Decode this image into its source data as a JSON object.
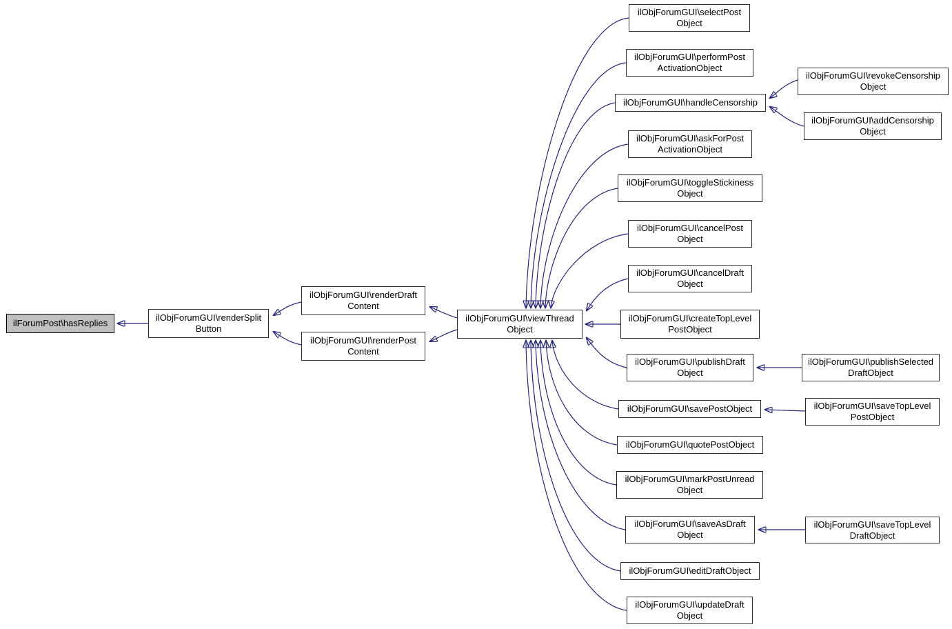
{
  "diagram": {
    "kind": "caller-graph",
    "colors": {
      "edge": "#252580",
      "node_fill": "#ffffff",
      "node_border": "#2f2f2f",
      "highlight_fill": "#c0c0c0",
      "text": "#000000",
      "background": "#ffffff"
    },
    "nodes": [
      {
        "id": "hasReplies",
        "lines": [
          "ilForumPost\\hasReplies"
        ],
        "highlighted": true
      },
      {
        "id": "renderSplitButton",
        "lines": [
          "ilObjForumGUI\\renderSplit",
          "Button"
        ]
      },
      {
        "id": "renderDraftContent",
        "lines": [
          "ilObjForumGUI\\renderDraft",
          "Content"
        ]
      },
      {
        "id": "renderPostContent",
        "lines": [
          "ilObjForumGUI\\renderPost",
          "Content"
        ]
      },
      {
        "id": "viewThreadObject",
        "lines": [
          "ilObjForumGUI\\viewThread",
          "Object"
        ]
      },
      {
        "id": "selectPostObject",
        "lines": [
          "ilObjForumGUI\\selectPost",
          "Object"
        ]
      },
      {
        "id": "performPostActivationObject",
        "lines": [
          "ilObjForumGUI\\performPost",
          "ActivationObject"
        ]
      },
      {
        "id": "handleCensorship",
        "lines": [
          "ilObjForumGUI\\handleCensorship"
        ]
      },
      {
        "id": "askForPostActivationObject",
        "lines": [
          "ilObjForumGUI\\askForPost",
          "ActivationObject"
        ]
      },
      {
        "id": "toggleStickinessObject",
        "lines": [
          "ilObjForumGUI\\toggleStickiness",
          "Object"
        ]
      },
      {
        "id": "cancelPostObject",
        "lines": [
          "ilObjForumGUI\\cancelPost",
          "Object"
        ]
      },
      {
        "id": "cancelDraftObject",
        "lines": [
          "ilObjForumGUI\\cancelDraft",
          "Object"
        ]
      },
      {
        "id": "createTopLevelPostObject",
        "lines": [
          "ilObjForumGUI\\createTopLevel",
          "PostObject"
        ]
      },
      {
        "id": "publishDraftObject",
        "lines": [
          "ilObjForumGUI\\publishDraft",
          "Object"
        ]
      },
      {
        "id": "savePostObject",
        "lines": [
          "ilObjForumGUI\\savePostObject"
        ]
      },
      {
        "id": "quotePostObject",
        "lines": [
          "ilObjForumGUI\\quotePostObject"
        ]
      },
      {
        "id": "markPostUnreadObject",
        "lines": [
          "ilObjForumGUI\\markPostUnread",
          "Object"
        ]
      },
      {
        "id": "saveAsDraftObject",
        "lines": [
          "ilObjForumGUI\\saveAsDraft",
          "Object"
        ]
      },
      {
        "id": "editDraftObject",
        "lines": [
          "ilObjForumGUI\\editDraftObject"
        ]
      },
      {
        "id": "updateDraftObject",
        "lines": [
          "ilObjForumGUI\\updateDraft",
          "Object"
        ]
      },
      {
        "id": "revokeCensorshipObject",
        "lines": [
          "ilObjForumGUI\\revokeCensorship",
          "Object"
        ]
      },
      {
        "id": "addCensorshipObject",
        "lines": [
          "ilObjForumGUI\\addCensorship",
          "Object"
        ]
      },
      {
        "id": "publishSelectedDraftObject",
        "lines": [
          "ilObjForumGUI\\publishSelected",
          "DraftObject"
        ]
      },
      {
        "id": "saveTopLevelPostObject",
        "lines": [
          "ilObjForumGUI\\saveTopLevel",
          "PostObject"
        ]
      },
      {
        "id": "saveTopLevelDraftObject",
        "lines": [
          "ilObjForumGUI\\saveTopLevel",
          "DraftObject"
        ]
      }
    ],
    "edges": [
      {
        "from": "renderSplitButton",
        "to": "hasReplies"
      },
      {
        "from": "renderDraftContent",
        "to": "renderSplitButton"
      },
      {
        "from": "renderPostContent",
        "to": "renderSplitButton"
      },
      {
        "from": "viewThreadObject",
        "to": "renderDraftContent"
      },
      {
        "from": "viewThreadObject",
        "to": "renderPostContent"
      },
      {
        "from": "selectPostObject",
        "to": "viewThreadObject"
      },
      {
        "from": "performPostActivationObject",
        "to": "viewThreadObject"
      },
      {
        "from": "handleCensorship",
        "to": "viewThreadObject"
      },
      {
        "from": "askForPostActivationObject",
        "to": "viewThreadObject"
      },
      {
        "from": "toggleStickinessObject",
        "to": "viewThreadObject"
      },
      {
        "from": "cancelPostObject",
        "to": "viewThreadObject"
      },
      {
        "from": "cancelDraftObject",
        "to": "viewThreadObject"
      },
      {
        "from": "createTopLevelPostObject",
        "to": "viewThreadObject"
      },
      {
        "from": "publishDraftObject",
        "to": "viewThreadObject"
      },
      {
        "from": "savePostObject",
        "to": "viewThreadObject"
      },
      {
        "from": "quotePostObject",
        "to": "viewThreadObject"
      },
      {
        "from": "markPostUnreadObject",
        "to": "viewThreadObject"
      },
      {
        "from": "saveAsDraftObject",
        "to": "viewThreadObject"
      },
      {
        "from": "editDraftObject",
        "to": "viewThreadObject"
      },
      {
        "from": "updateDraftObject",
        "to": "viewThreadObject"
      },
      {
        "from": "revokeCensorshipObject",
        "to": "handleCensorship"
      },
      {
        "from": "addCensorshipObject",
        "to": "handleCensorship"
      },
      {
        "from": "publishSelectedDraftObject",
        "to": "publishDraftObject"
      },
      {
        "from": "saveTopLevelPostObject",
        "to": "savePostObject"
      },
      {
        "from": "saveTopLevelDraftObject",
        "to": "saveAsDraftObject"
      }
    ]
  }
}
